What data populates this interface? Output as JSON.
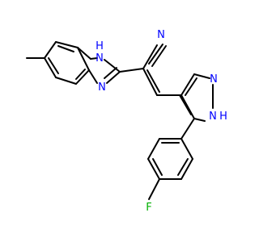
{
  "molecule": {
    "atoms": {
      "n_nitrile": "N",
      "nh_benzimidazole_n": "N",
      "nh_benzimidazole_h": "H",
      "n_benzimidazole": "N",
      "n_pyrazole": "N",
      "nh_pyrazole_n": "N",
      "nh_pyrazole_h": "H",
      "fluorine": "F"
    },
    "colors": {
      "bond": "#000000",
      "nitrogen": "#0000ff",
      "fluorine": "#00b000"
    }
  }
}
